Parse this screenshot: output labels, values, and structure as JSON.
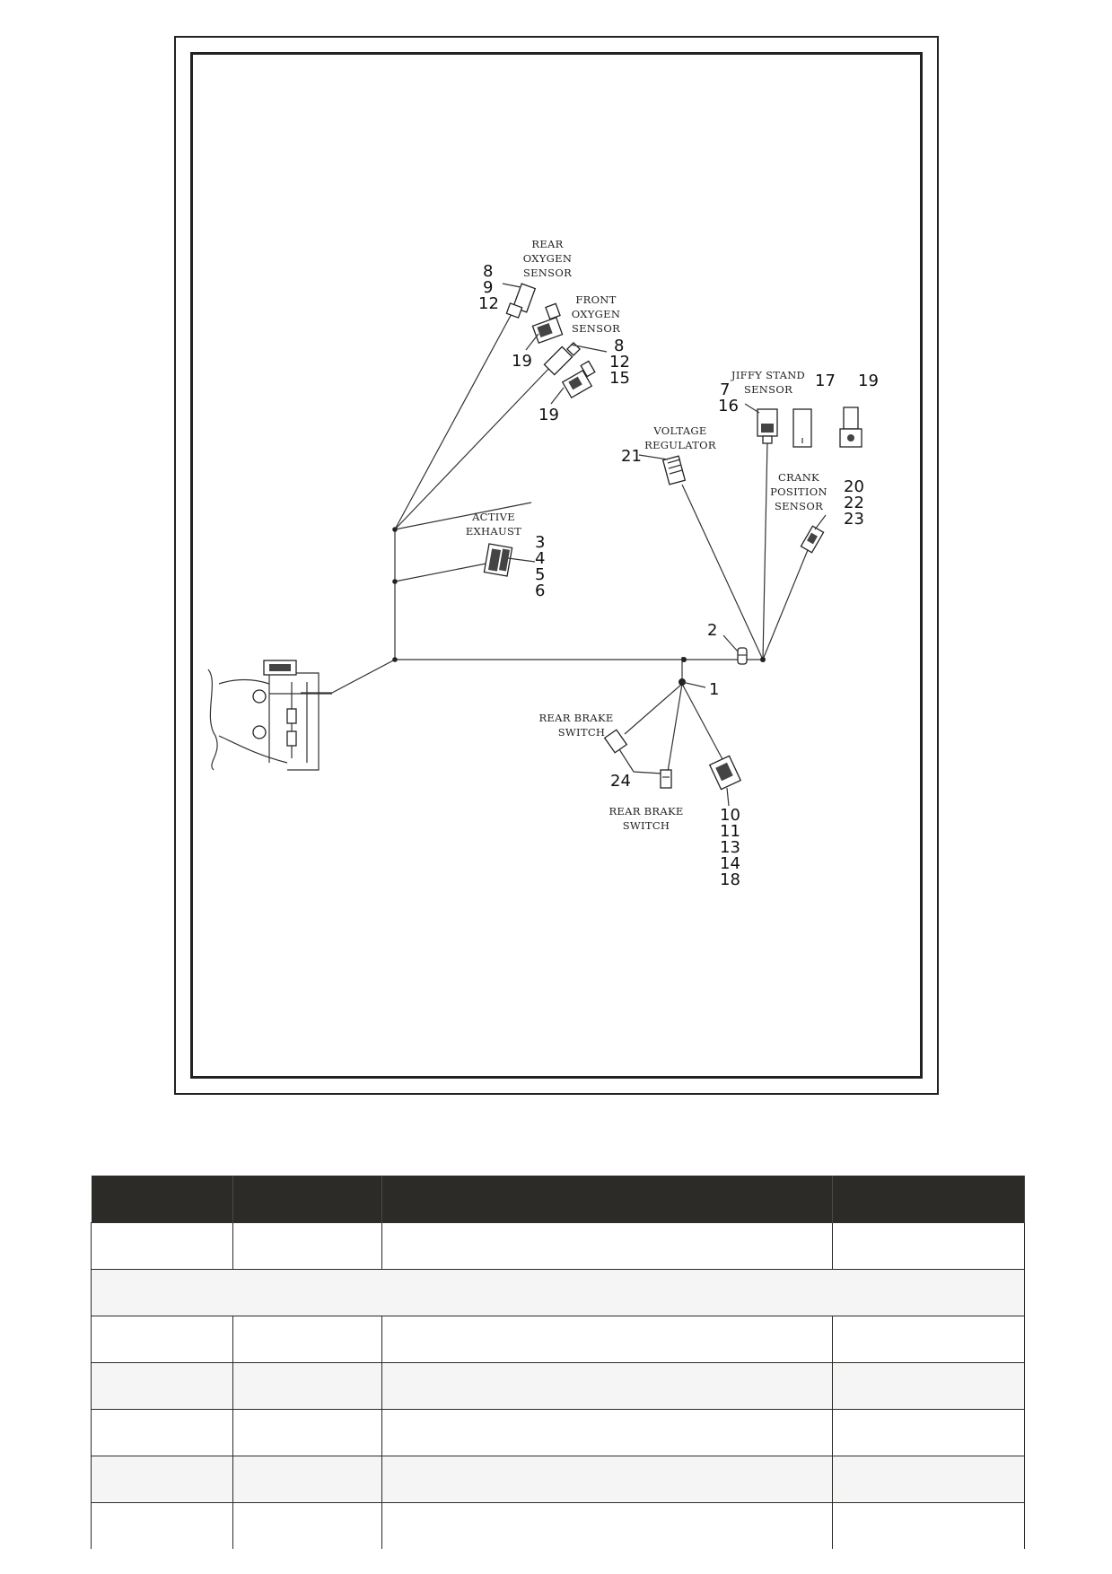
{
  "diagram": {
    "callouts": {
      "c1": "1",
      "c2": "2",
      "c3": "3",
      "c4": "4",
      "c5": "5",
      "c6": "6",
      "c7": "7",
      "c8a": "8",
      "c8b": "8",
      "c9": "9",
      "c10": "10",
      "c11": "11",
      "c12a": "12",
      "c12b": "12",
      "c13": "13",
      "c14": "14",
      "c15": "15",
      "c16": "16",
      "c17": "17",
      "c18": "18",
      "c19a": "19",
      "c19b": "19",
      "c19c": "19",
      "c20": "20",
      "c21": "21",
      "c22": "22",
      "c23": "23",
      "c24": "24"
    },
    "captions": {
      "rear_oxygen": [
        "REAR",
        "OXYGEN",
        "SENSOR"
      ],
      "front_oxygen": [
        "FRONT",
        "OXYGEN",
        "SENSOR"
      ],
      "jiffy_stand": [
        "JIFFY STAND",
        "SENSOR"
      ],
      "voltage_regulator": [
        "VOLTAGE",
        "REGULATOR"
      ],
      "crank_position": [
        "CRANK",
        "POSITION",
        "SENSOR"
      ],
      "active_exhaust": [
        "ACTIVE",
        "EXHAUST"
      ],
      "rear_brake_1": [
        "REAR BRAKE",
        "SWITCH"
      ],
      "rear_brake_2": [
        "REAR BRAKE",
        "SWITCH"
      ]
    }
  },
  "table": {
    "headers": [
      "",
      "",
      "",
      ""
    ],
    "rows": [
      [
        "",
        "",
        "",
        ""
      ],
      [
        ""
      ],
      [
        "",
        "",
        "",
        ""
      ],
      [
        "",
        "",
        "",
        ""
      ],
      [
        "",
        "",
        "",
        ""
      ],
      [
        "",
        "",
        "",
        ""
      ],
      [
        "",
        "",
        "",
        ""
      ]
    ]
  }
}
